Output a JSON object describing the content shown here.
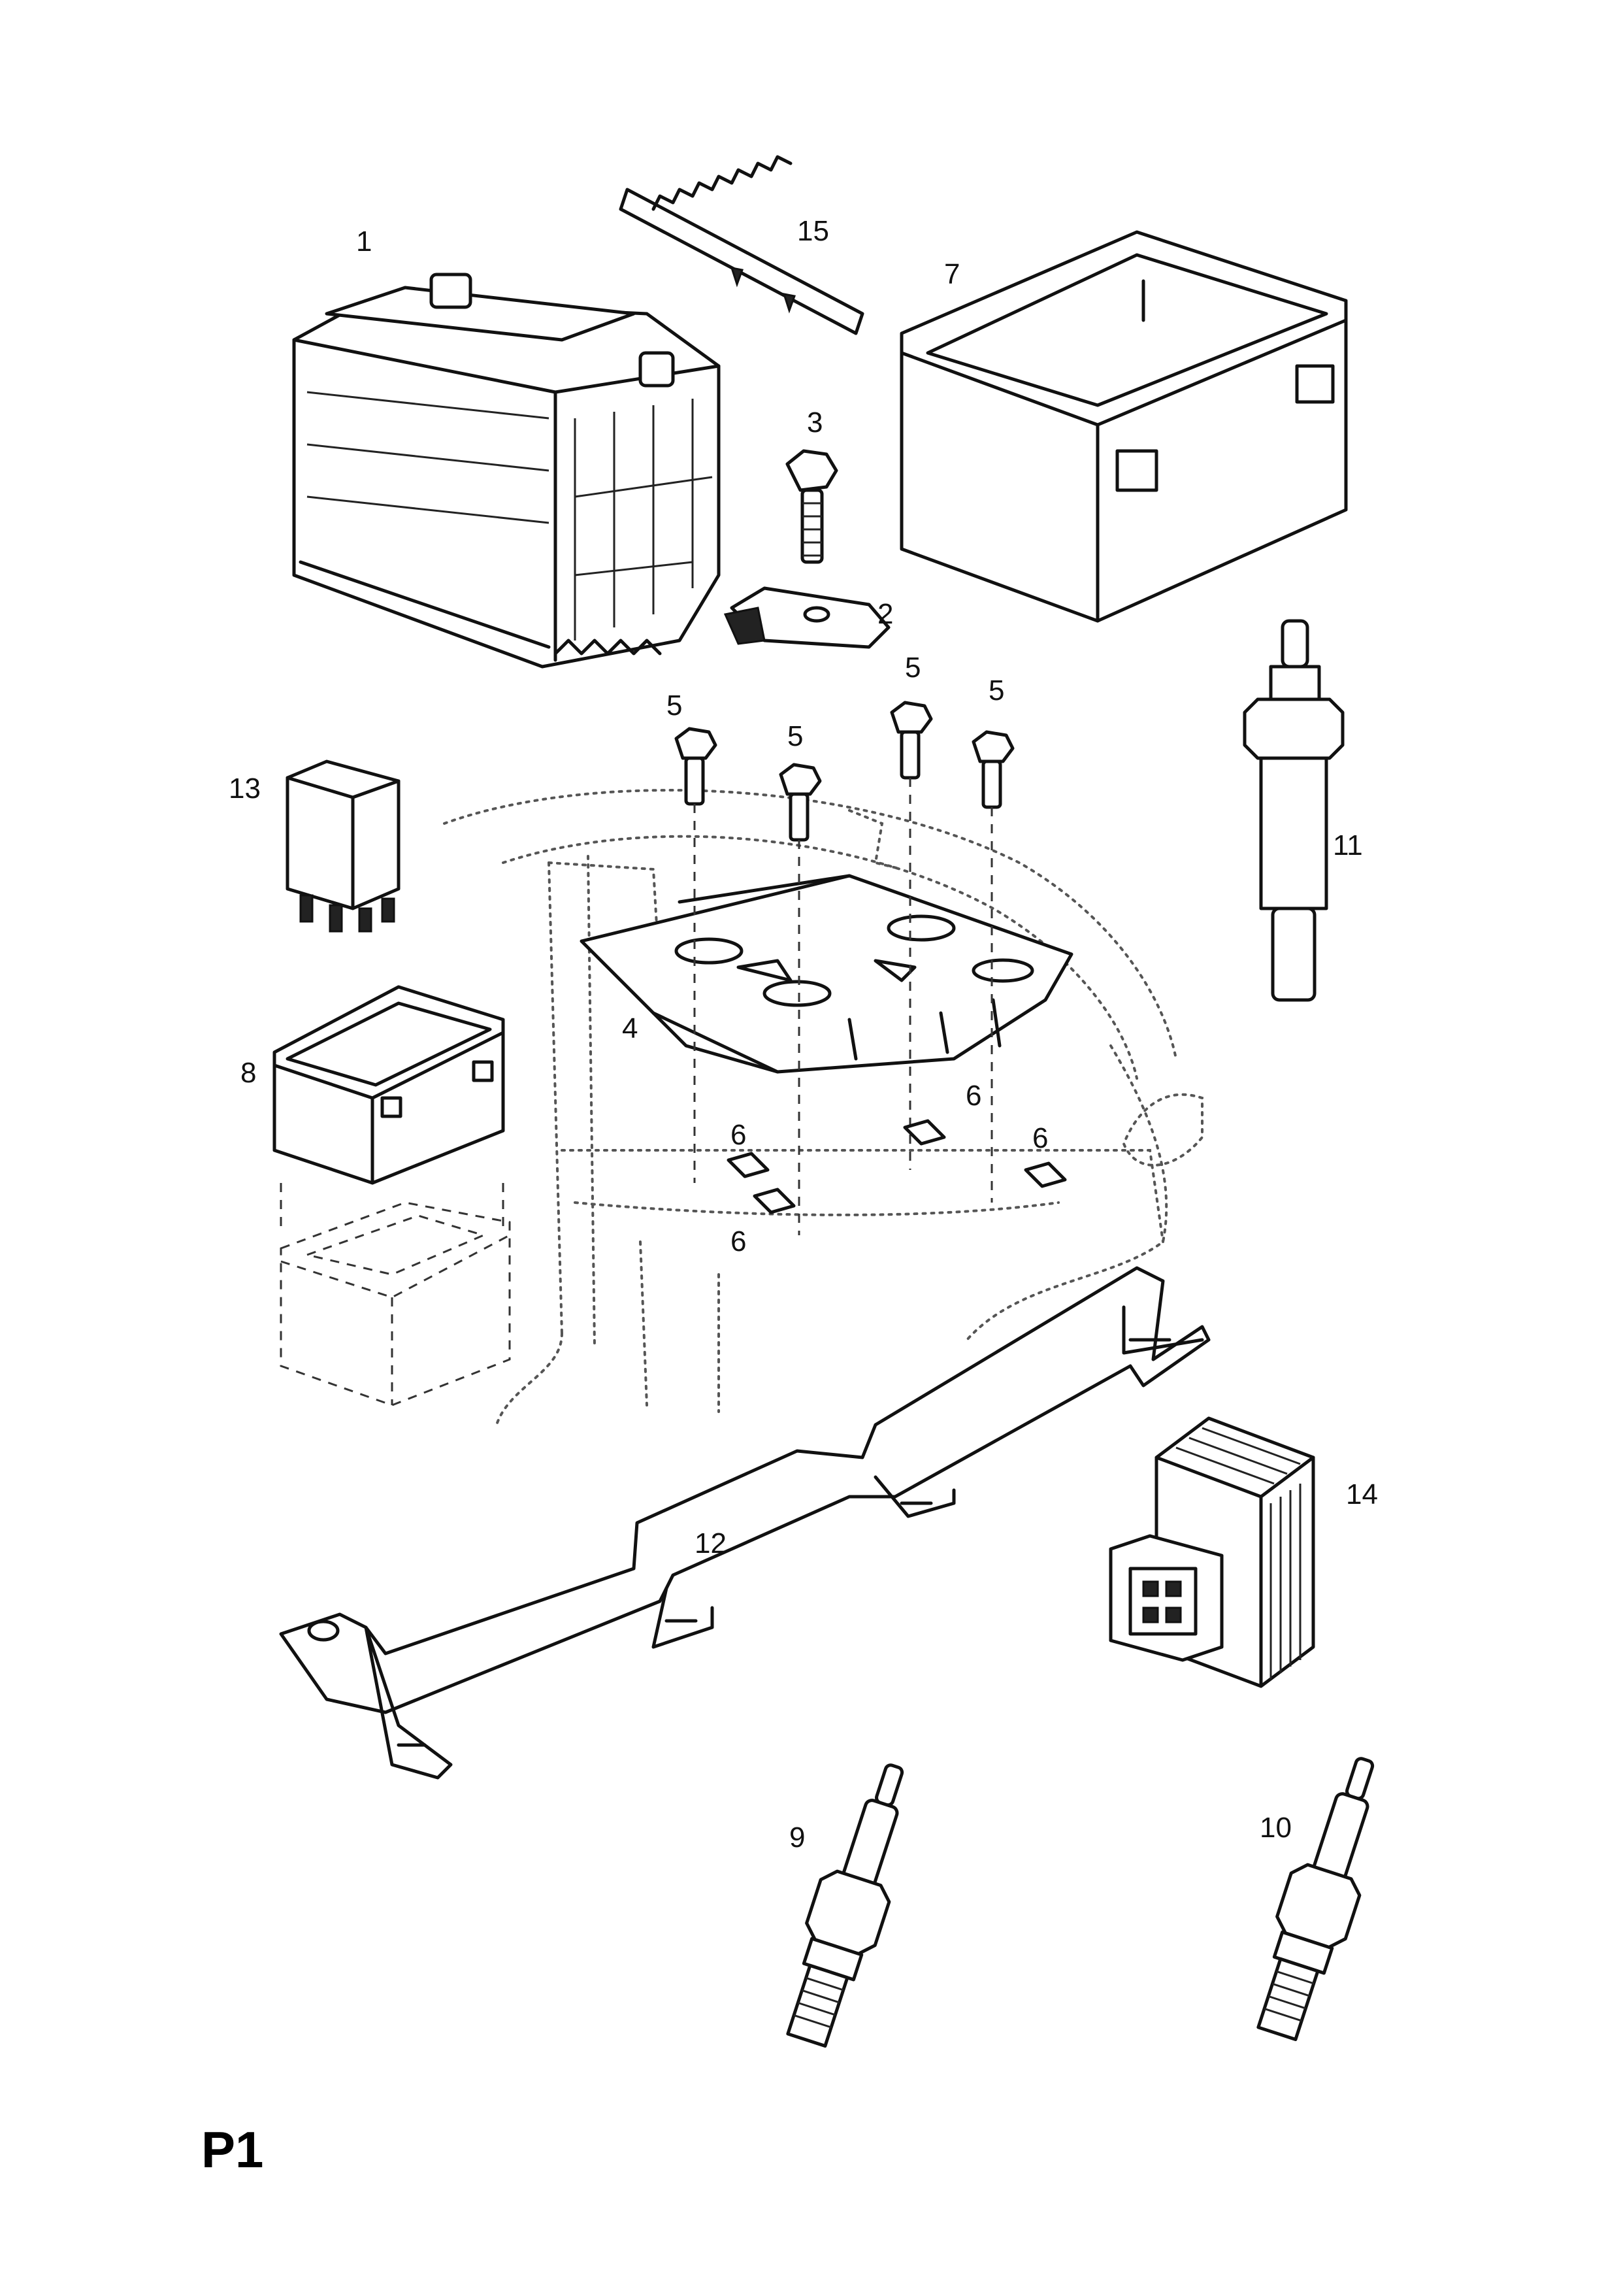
{
  "page_code": "P1",
  "callouts": {
    "battery": "1",
    "clamp": "2",
    "clamp_bolt": "3",
    "tray": "4",
    "screw_a": "5",
    "screw_b": "5",
    "screw_c": "5",
    "screw_d": "5",
    "nut_a": "6",
    "nut_b": "6",
    "nut_c": "6",
    "nut_d": "6",
    "insulation_box_large": "7",
    "insulation_box_small": "8",
    "spark_plug_a": "9",
    "spark_plug_b": "10",
    "glow_plug": "11",
    "harness_bracket": "12",
    "relay": "13",
    "control_unit": "14",
    "terminal_cover": "15"
  }
}
